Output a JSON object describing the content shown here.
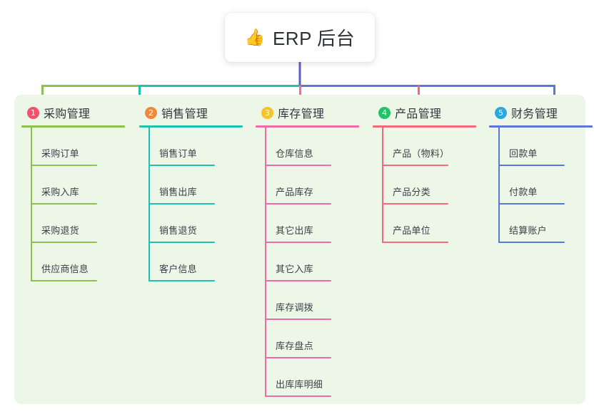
{
  "root": {
    "emoji": "👍",
    "emoji_name": "thumbs-up-icon",
    "title": "ERP 后台"
  },
  "colors": {
    "panel_bg": "#ecf7e8",
    "page_bg": "#ffffff",
    "stem": "#5b5fc7",
    "bus_left": "#8cc152",
    "bus_mid": "#1abc9c",
    "bus_right": "#5b5fc7",
    "text": "#33373d"
  },
  "columns": [
    {
      "badge": "1",
      "badge_color": "#f4516c",
      "line_color": "#8cc152",
      "title": "采购管理",
      "items": [
        "采购订单",
        "采购入库",
        "采购退货",
        "供应商信息"
      ]
    },
    {
      "badge": "2",
      "badge_color": "#f0883c",
      "line_color": "#1dc2ae",
      "title": "销售管理",
      "items": [
        "销售订单",
        "销售出库",
        "销售退货",
        "客户信息"
      ]
    },
    {
      "badge": "3",
      "badge_color": "#f7c325",
      "line_color": "#ee6ba8",
      "title": "库存管理",
      "items": [
        "仓库信息",
        "产品库存",
        "其它出库",
        "其它入库",
        "库存调拨",
        "库存盘点",
        "出库库明细"
      ]
    },
    {
      "badge": "4",
      "badge_color": "#23c268",
      "line_color": "#f4697a",
      "title": "产品管理",
      "items": [
        "产品（物料）",
        "产品分类",
        "产品单位"
      ]
    },
    {
      "badge": "5",
      "badge_color": "#29a8e0",
      "line_color": "#5b78d8",
      "title": "财务管理",
      "items": [
        "回款单",
        "付款单",
        "结算账户"
      ]
    }
  ]
}
